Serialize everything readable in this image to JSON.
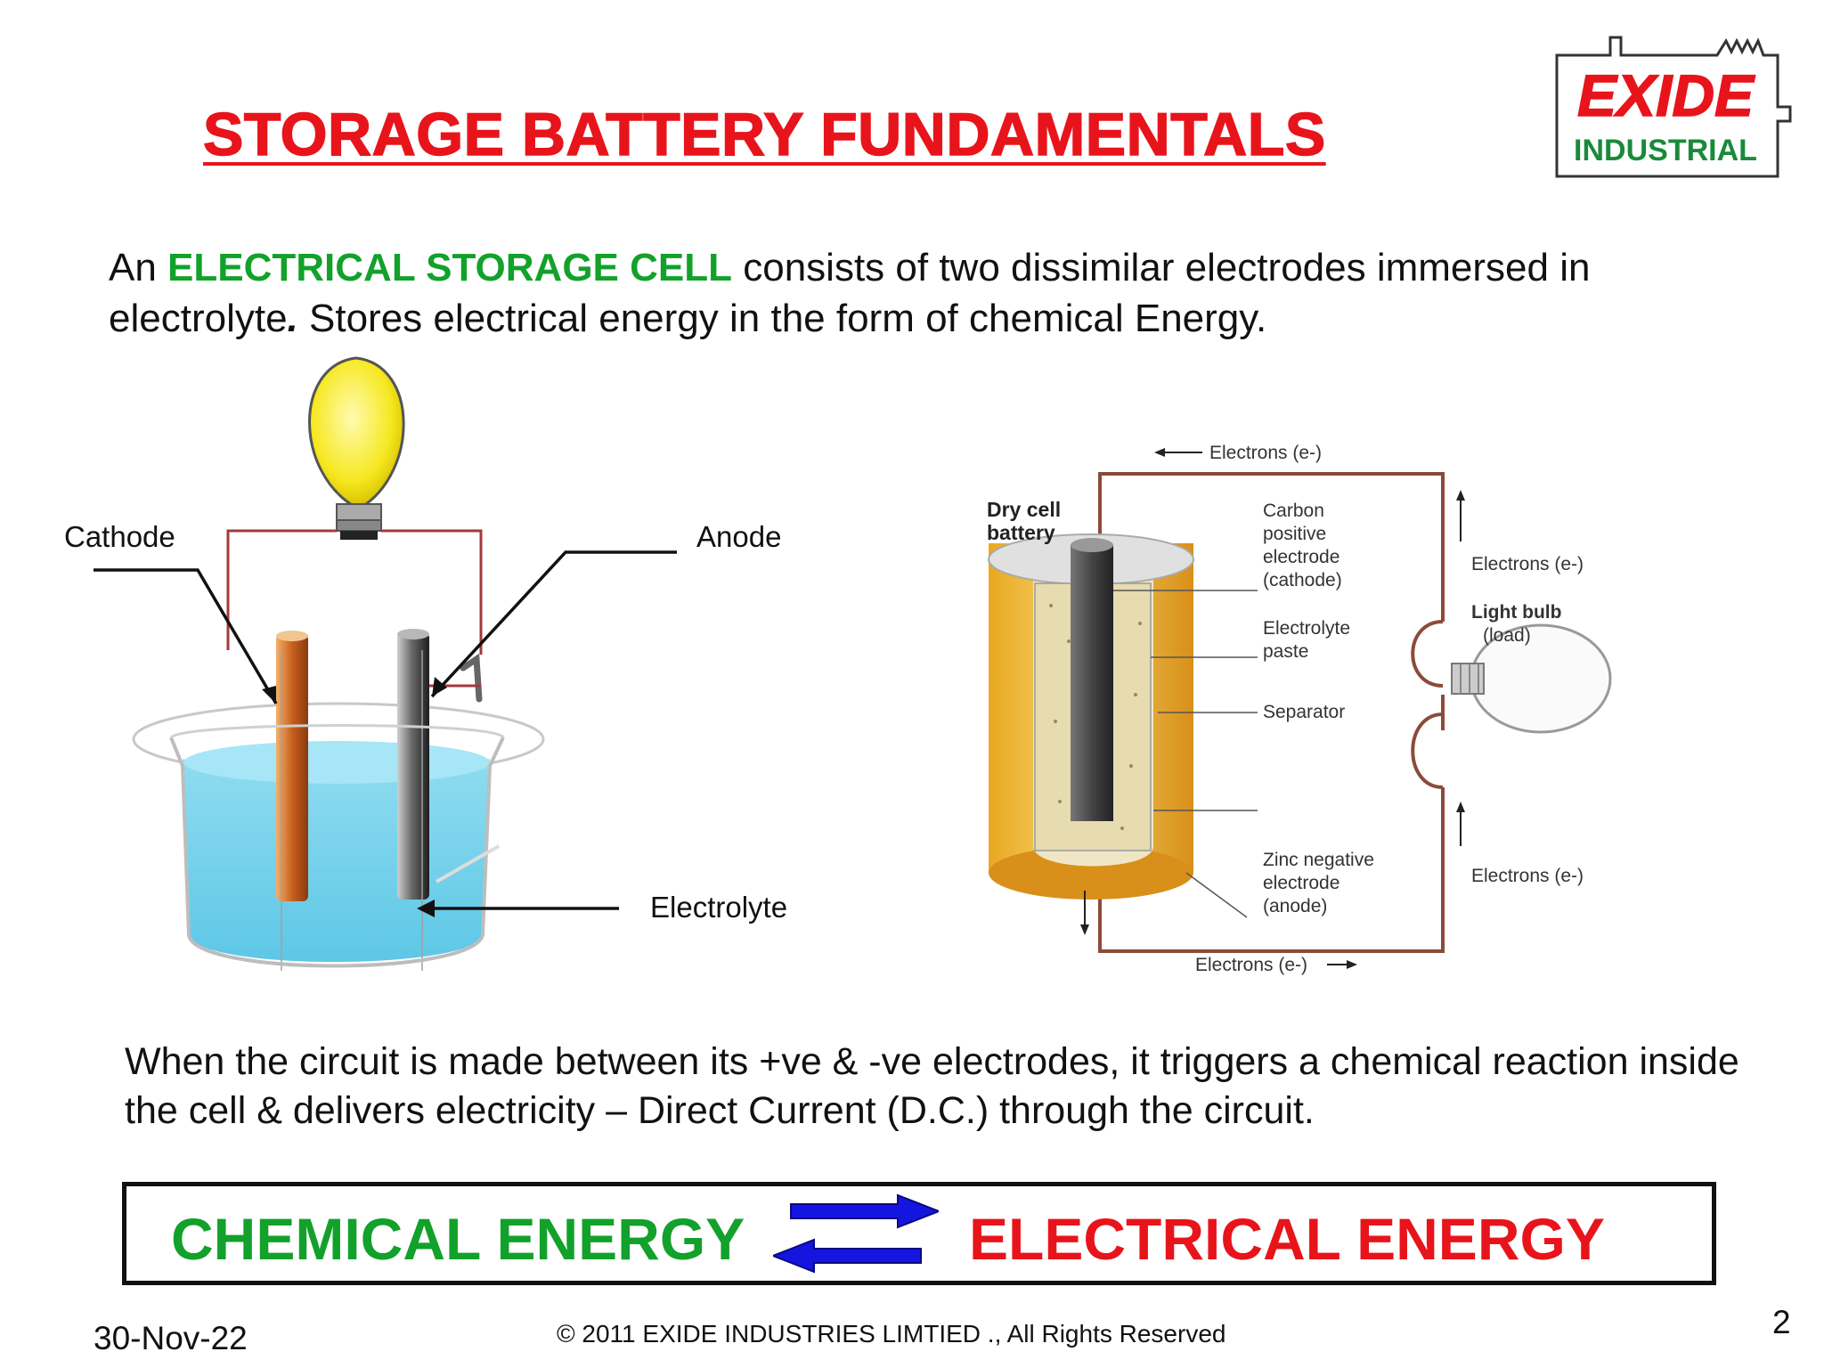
{
  "title": "STORAGE BATTERY FUNDAMENTALS",
  "logo": {
    "line1": "EXIDE",
    "line2": "INDUSTRIAL"
  },
  "intro": {
    "prefix": "An ",
    "highlight": "ELECTRICAL STORAGE CELL",
    "rest": " consists of two dissimilar electrodes immersed in electrolyte",
    "dot": ".",
    "tail": " Stores electrical energy in the form of chemical Energy."
  },
  "left_diagram": {
    "cathode": "Cathode",
    "anode": "Anode",
    "electrolyte": "Electrolyte"
  },
  "right_diagram": {
    "title_line1": "Dry cell",
    "title_line2": "battery",
    "electrons_top": "Electrons (e-)",
    "electrons_right_upper": "Electrons (e-)",
    "electrons_right_lower": "Electrons (e-)",
    "electrons_bottom": "Electrons (e-)",
    "carbon": [
      "Carbon",
      "positive",
      "electrode",
      "(cathode)"
    ],
    "electrolyte": [
      "Electrolyte",
      "paste"
    ],
    "separator": "Separator",
    "zinc": [
      "Zinc negative",
      "electrode",
      "(anode)"
    ],
    "bulb": [
      "Light bulb",
      "(load)"
    ]
  },
  "paragraph2": "When the circuit is made between its +ve & -ve electrodes, it triggers a chemical reaction inside the cell & delivers electricity – Direct Current (D.C.) through the circuit.",
  "energy": {
    "left": "CHEMICAL ENERGY",
    "right": "ELECTRICAL ENERGY"
  },
  "footer": {
    "date": "30-Nov-22",
    "copyright": "© 2011 EXIDE INDUSTRIES LIMTIED ., All Rights Reserved",
    "page": "2"
  },
  "colors": {
    "title_red": "#e8141b",
    "highlight_green": "#12a12a",
    "arrow_blue": "#1515e0",
    "logo_green": "#1a8a3a"
  }
}
